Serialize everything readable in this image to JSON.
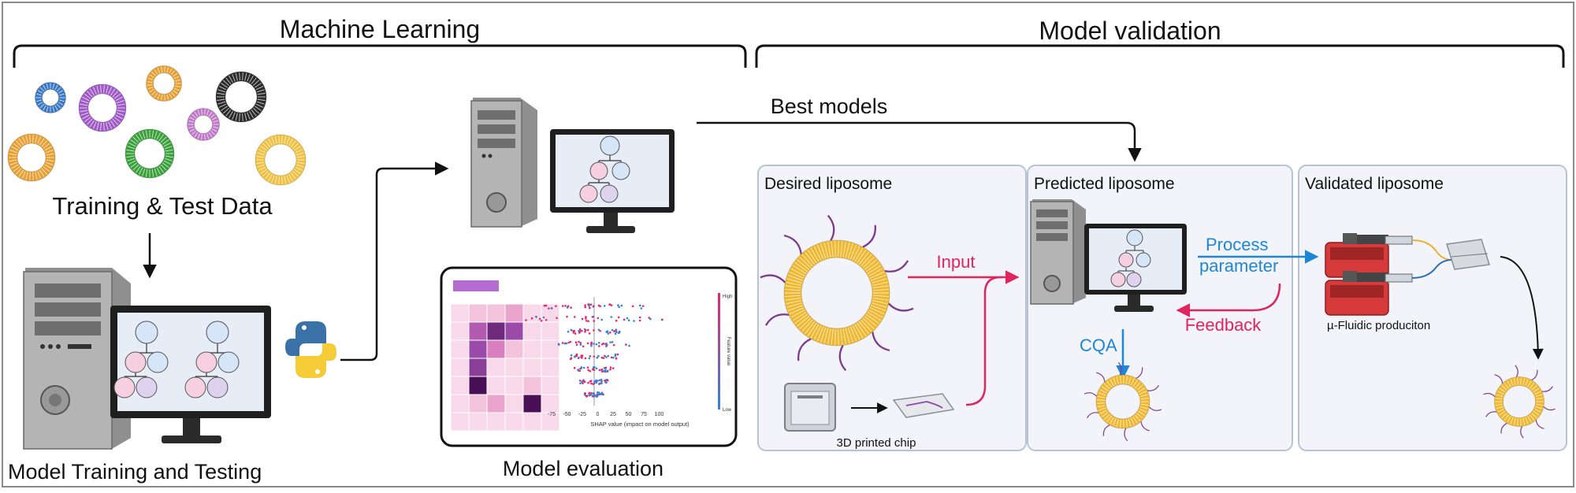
{
  "sections": {
    "machine_learning": "Machine Learning",
    "model_validation": "Model validation"
  },
  "labels": {
    "training_test_data": "Training & Test Data",
    "model_training_testing": "Model Training and Testing",
    "model_evaluation": "Model evaluation",
    "best_models": "Best models",
    "input": "Input",
    "process_parameter_line1": "Process",
    "process_parameter_line2": "parameter",
    "feedback": "Feedback",
    "cqa": "CQA",
    "printed_chip": "3D printed chip",
    "microfluidic": "µ-Fluidic produciton"
  },
  "panels": {
    "desired": "Desired liposome",
    "predicted": "Predicted liposome",
    "validated": "Validated liposome"
  },
  "shap": {
    "ticks": [
      "-75",
      "-50",
      "-25",
      "0",
      "25",
      "50",
      "75",
      "100"
    ],
    "xlabel": "SHAP value (impact on model output)",
    "high": "High",
    "low": "Low",
    "feature_value": "Feature value"
  },
  "colors": {
    "magenta_arrow": "#e0245e",
    "blue_arrow": "#1f86d6",
    "frame_gray": "#8a8a8a",
    "panel_bg": "#f2f4f9",
    "panel_border": "#b9c3d6"
  }
}
